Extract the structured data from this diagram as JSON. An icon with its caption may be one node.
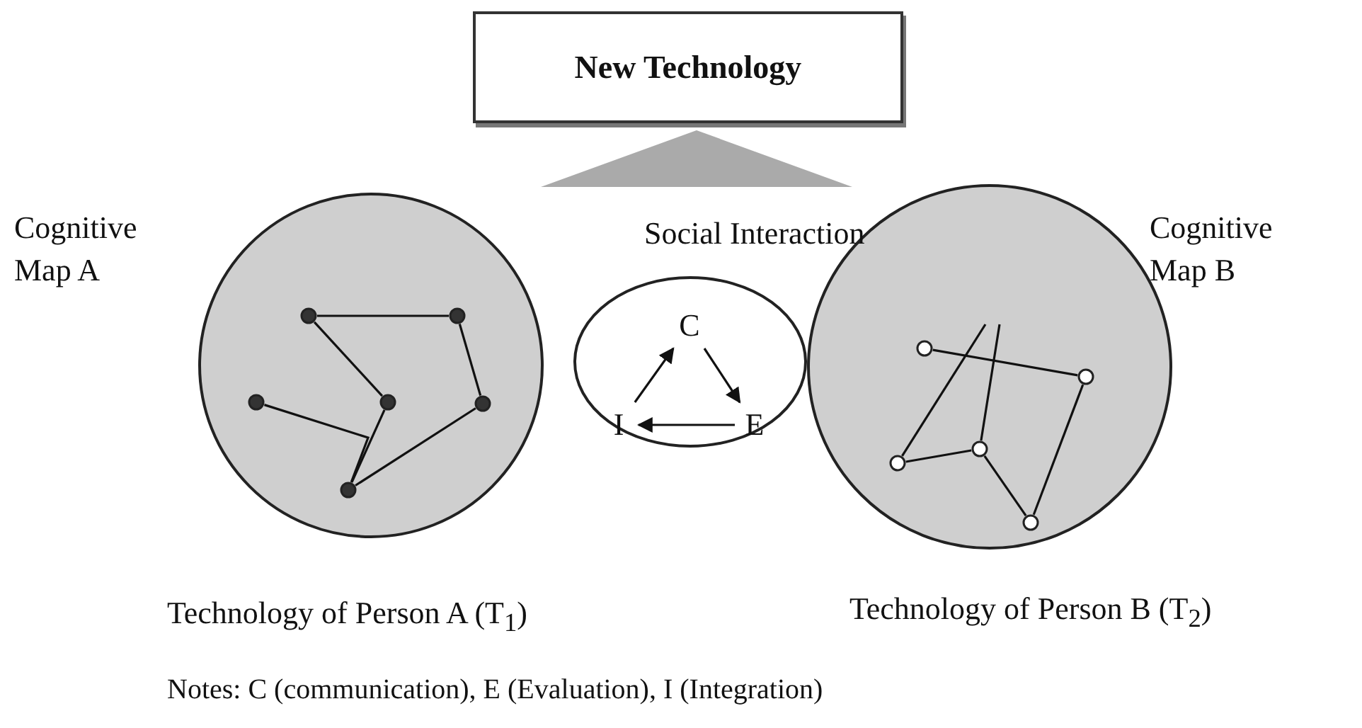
{
  "diagram": {
    "nodes": [
      {
        "text": [
          "New Technology"
        ]
      },
      {
        "text": [],
        "shape": "circle",
        "beside": [
          "Cognitive Map A",
          "Technology of Person  A (T$_{1}$)"
        ]
      },
      {
        "text": [
          "Social Interaction"
        ]
      },
      {
        "text": [
          "C"
        ],
        "in": 2
      },
      {
        "text": [
          "E"
        ],
        "in": 2
      },
      {
        "text": [
          "I"
        ],
        "in": 2
      },
      {
        "text": [],
        "shape": "circle",
        "beside": [
          "Cognitive Map B",
          "Technology of Person  B (T$_{2}$)"
        ]
      },
      {
        "text": [],
        "shape": "circle",
        "in": 1
      },
      {
        "text": [],
        "shape": "circle",
        "in": 1
      },
      {
        "text": [],
        "shape": "circle",
        "in": 1
      },
      {
        "text": [],
        "shape": "circle",
        "in": 1
      },
      {
        "text": [],
        "shape": "circle",
        "in": 1
      },
      {
        "text": [],
        "shape": "circle",
        "in": 1
      },
      {
        "text": [],
        "shape": "circle",
        "in": 6
      },
      {
        "text": [],
        "shape": "circle",
        "in": 6
      },
      {
        "text": [],
        "shape": "circle",
        "in": 6
      },
      {
        "text": [],
        "shape": "circle",
        "in": 6
      },
      {
        "text": [],
        "shape": "circle",
        "in": 6
      }
    ],
    "edges": [
      {
        "from": 5,
        "to": 3,
        "arrow": "to"
      },
      {
        "from": 3,
        "to": 4,
        "arrow": "to"
      },
      {
        "from": 4,
        "to": 5,
        "arrow": "to"
      },
      {
        "from": 7,
        "to": 8,
        "arrow": "none"
      },
      {
        "from": 7,
        "to": 10,
        "arrow": "none"
      },
      {
        "from": 8,
        "to": 11,
        "arrow": "none"
      },
      {
        "from": 10,
        "to": 12,
        "arrow": "none"
      },
      {
        "from": 11,
        "to": 12,
        "arrow": "none"
      },
      {
        "from": 9,
        "to": 12,
        "arrow": "none"
      },
      {
        "from": 13,
        "to": 14,
        "arrow": "none"
      },
      {
        "from": 15,
        "to": 16,
        "arrow": "none"
      },
      {
        "from": 16,
        "to": 17,
        "arrow": "none"
      },
      {
        "from": 14,
        "to": 17,
        "arrow": "none"
      },
      {
        "from": 15,
        "to": null,
        "arrow": "none"
      },
      {
        "from": 16,
        "to": null,
        "arrow": "none"
      }
    ],
    "labels": [
      "Notes: C (communication), E (Evaluation), I (Integration)"
    ]
  }
}
